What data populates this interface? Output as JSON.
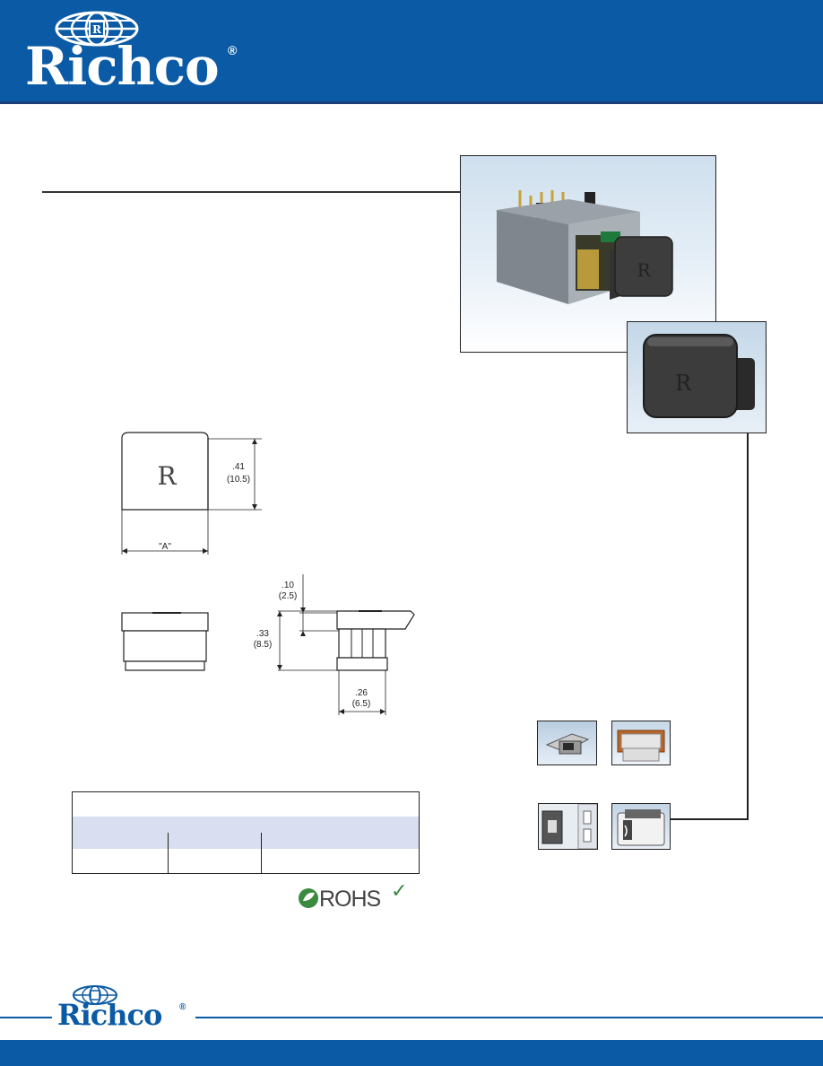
{
  "header": {
    "brand": "Richco",
    "registered_mark": "®",
    "brand_color": "#0a5aa5"
  },
  "drawing": {
    "height_in": ".41",
    "height_mm": "(10.5)",
    "width_label": "\"A\"",
    "lip_in": ".10",
    "lip_mm": "(2.5)",
    "depth_in": ".33",
    "depth_mm": "(8.5)",
    "leg_in": ".26",
    "leg_mm": "(6.5)"
  },
  "rohs": {
    "label": "ROHS",
    "check": "✓"
  },
  "footer": {
    "brand": "Richco",
    "registered_mark": "®"
  }
}
